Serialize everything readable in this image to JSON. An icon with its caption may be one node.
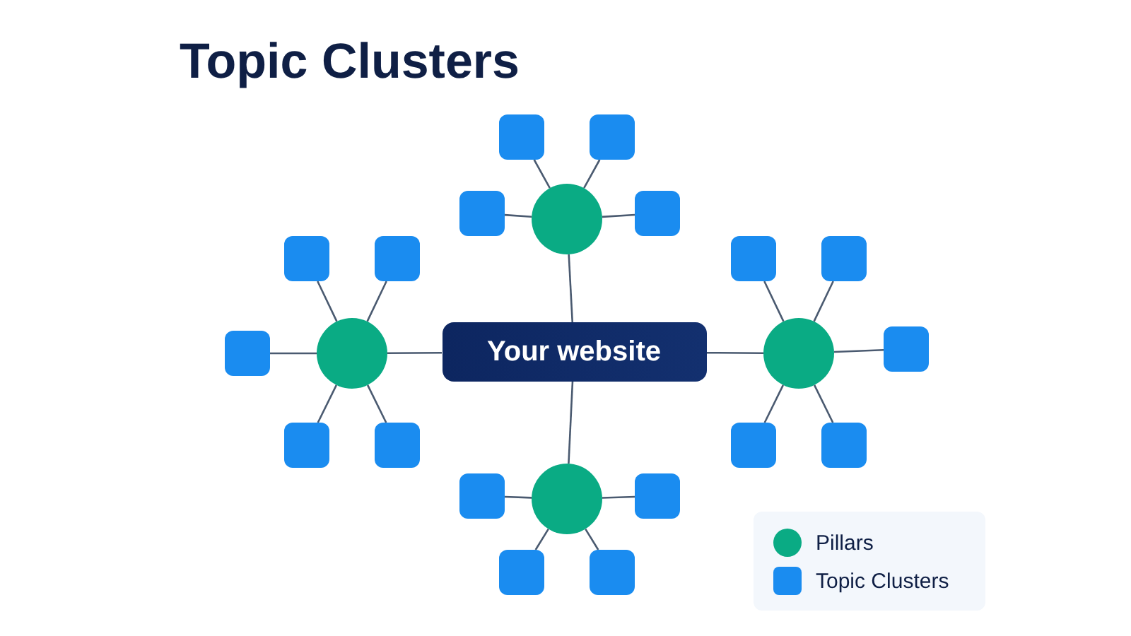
{
  "diagram": {
    "title": "Topic Clusters",
    "nodes": [
      {
        "text": [
          "Your website"
        ]
      },
      {
        "text": [],
        "shape": "circle"
      },
      {
        "text": [],
        "shape": "box"
      },
      {
        "text": [],
        "shape": "box"
      },
      {
        "text": [],
        "shape": "box"
      },
      {
        "text": [],
        "shape": "box"
      },
      {
        "text": [],
        "shape": "circle"
      },
      {
        "text": [],
        "shape": "box"
      },
      {
        "text": [],
        "shape": "box"
      },
      {
        "text": [],
        "shape": "box"
      },
      {
        "text": [],
        "shape": "box"
      },
      {
        "text": [],
        "shape": "box"
      },
      {
        "text": [],
        "shape": "circle"
      },
      {
        "text": [],
        "shape": "box"
      },
      {
        "text": [],
        "shape": "box"
      },
      {
        "text": [],
        "shape": "box"
      },
      {
        "text": [],
        "shape": "box"
      },
      {
        "text": [],
        "shape": "box"
      },
      {
        "text": [],
        "shape": "circle"
      },
      {
        "text": [],
        "shape": "box"
      },
      {
        "text": [],
        "shape": "box"
      },
      {
        "text": [],
        "shape": "box"
      },
      {
        "text": [],
        "shape": "box"
      }
    ],
    "edges": [
      {
        "from": 0,
        "to": 1,
        "arrow": "none"
      },
      {
        "from": 0,
        "to": 6,
        "arrow": "none"
      },
      {
        "from": 0,
        "to": 12,
        "arrow": "none"
      },
      {
        "from": 0,
        "to": 18,
        "arrow": "none"
      },
      {
        "from": 1,
        "to": 2,
        "arrow": "none"
      },
      {
        "from": 1,
        "to": 3,
        "arrow": "none"
      },
      {
        "from": 1,
        "to": 4,
        "arrow": "none"
      },
      {
        "from": 1,
        "to": 5,
        "arrow": "none"
      },
      {
        "from": 6,
        "to": 7,
        "arrow": "none"
      },
      {
        "from": 6,
        "to": 8,
        "arrow": "none"
      },
      {
        "from": 6,
        "to": 9,
        "arrow": "none"
      },
      {
        "from": 6,
        "to": 10,
        "arrow": "none"
      },
      {
        "from": 6,
        "to": 11,
        "arrow": "none"
      },
      {
        "from": 12,
        "to": 13,
        "arrow": "none"
      },
      {
        "from": 12,
        "to": 14,
        "arrow": "none"
      },
      {
        "from": 12,
        "to": 15,
        "arrow": "none"
      },
      {
        "from": 12,
        "to": 16,
        "arrow": "none"
      },
      {
        "from": 12,
        "to": 17,
        "arrow": "none"
      },
      {
        "from": 18,
        "to": 19,
        "arrow": "none"
      },
      {
        "from": 18,
        "to": 20,
        "arrow": "none"
      },
      {
        "from": 18,
        "to": 21,
        "arrow": "none"
      },
      {
        "from": 18,
        "to": 22,
        "arrow": "none"
      }
    ],
    "legend": [
      {
        "text": "Pillars",
        "color": "#0aab84"
      },
      {
        "text": "Topic Clusters",
        "color": "#1a8cf0"
      }
    ]
  }
}
